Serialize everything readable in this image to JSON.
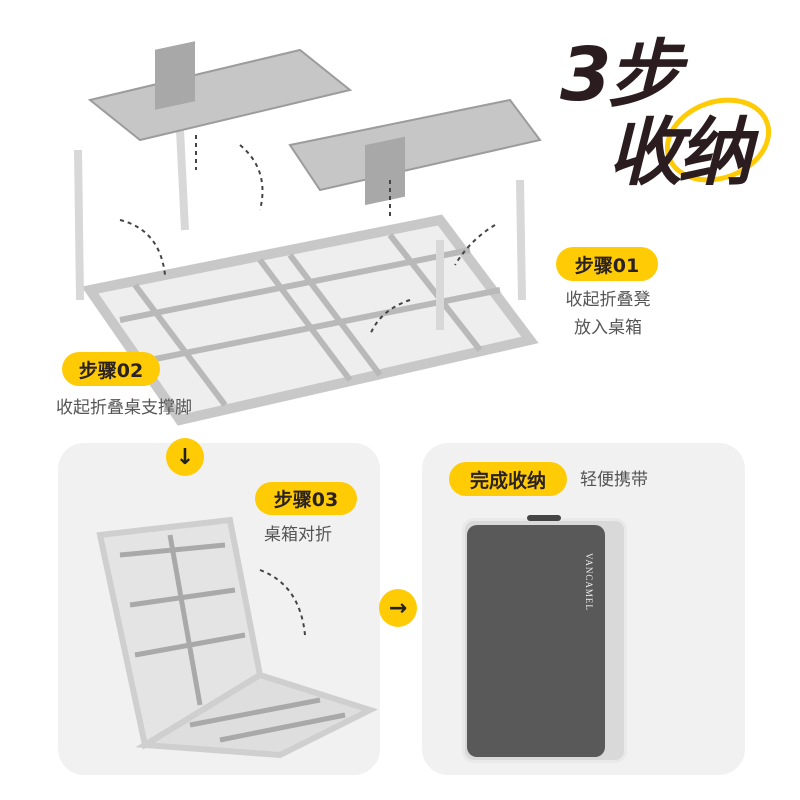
{
  "title": {
    "line1": "3步",
    "line2": "收纳"
  },
  "step1": {
    "badge": "步骤01",
    "desc_line1": "收起折叠凳",
    "desc_line2": "放入桌箱"
  },
  "step2": {
    "badge": "步骤02",
    "desc": "收起折叠桌支撑脚"
  },
  "step3": {
    "badge": "步骤03",
    "desc": "桌箱对折"
  },
  "complete": {
    "badge": "完成收纳",
    "desc": "轻便携带"
  },
  "brand": "VANCAMEL",
  "arrows": {
    "down": "↓",
    "right": "→"
  },
  "colors": {
    "accent": "#ffcb05",
    "title": "#2b1d1f",
    "panel": "#f1f1f1",
    "case": "#5a5a5a"
  }
}
